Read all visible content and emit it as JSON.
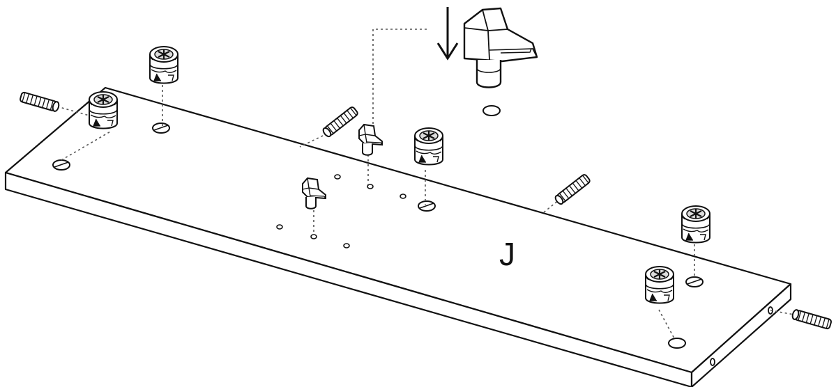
{
  "diagram": {
    "part_label": "J",
    "colors": {
      "stroke": "#111111",
      "guide": "#555555",
      "fill": "#ffffff",
      "shade": "#e6e6e6"
    },
    "parts": {
      "board": "panel",
      "cam_locks": 5,
      "wooden_dowels": 4,
      "shelf_pins": 3,
      "direction": "arrow-down-icon"
    }
  }
}
